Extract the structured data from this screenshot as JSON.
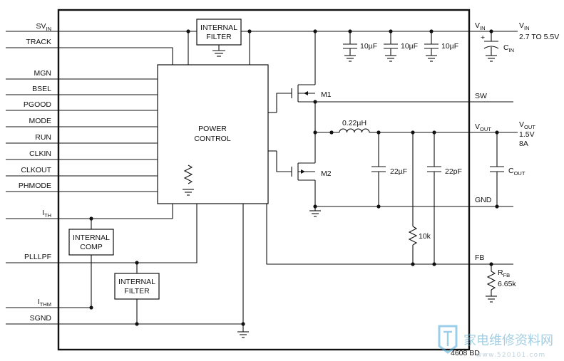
{
  "pins_left": [
    {
      "main": "SV",
      "sub": "IN"
    },
    {
      "main": "TRACK",
      "sub": ""
    },
    {
      "main": "MGN",
      "sub": ""
    },
    {
      "main": "BSEL",
      "sub": ""
    },
    {
      "main": "PGOOD",
      "sub": ""
    },
    {
      "main": "MODE",
      "sub": ""
    },
    {
      "main": "RUN",
      "sub": ""
    },
    {
      "main": "CLKIN",
      "sub": ""
    },
    {
      "main": "CLKOUT",
      "sub": ""
    },
    {
      "main": "PHMODE",
      "sub": ""
    },
    {
      "main": "I",
      "sub": "TH"
    },
    {
      "main": "PLLLPF",
      "sub": ""
    },
    {
      "main": "I",
      "sub": "THM"
    },
    {
      "main": "SGND",
      "sub": ""
    }
  ],
  "pins_right": [
    {
      "main": "V",
      "sub": "IN"
    },
    {
      "main": "SW",
      "sub": ""
    },
    {
      "main": "V",
      "sub": "OUT"
    },
    {
      "main": "GND",
      "sub": ""
    },
    {
      "main": "FB",
      "sub": ""
    }
  ],
  "blocks": {
    "internal_filter_top": [
      "INTERNAL",
      "FILTER"
    ],
    "power_control": [
      "POWER",
      "CONTROL"
    ],
    "internal_comp": [
      "INTERNAL",
      "COMP"
    ],
    "internal_filter_bottom": [
      "INTERNAL",
      "FILTER"
    ]
  },
  "components": {
    "m1": "M1",
    "m2": "M2",
    "inductor": "0.22µH",
    "cap_vin": "10µF",
    "cap_out": "22µF",
    "cap_ff": "22pF",
    "res_div": "10k",
    "cin": {
      "main": "C",
      "sub": "IN"
    },
    "cout": {
      "main": "C",
      "sub": "OUT"
    },
    "rfb": {
      "main": "R",
      "sub": "FB"
    },
    "rfb_value": "6.65k"
  },
  "external": {
    "vin": {
      "main": "V",
      "sub": "IN"
    },
    "vin_range": "2.7 TO 5.5V",
    "vout": {
      "main": "V",
      "sub": "OUT"
    },
    "vout_value": "1.5V",
    "iout_value": "8A"
  },
  "part_number": "4608 BD",
  "watermark": {
    "title": "家电维修资料网",
    "url": "www.520101.com"
  }
}
